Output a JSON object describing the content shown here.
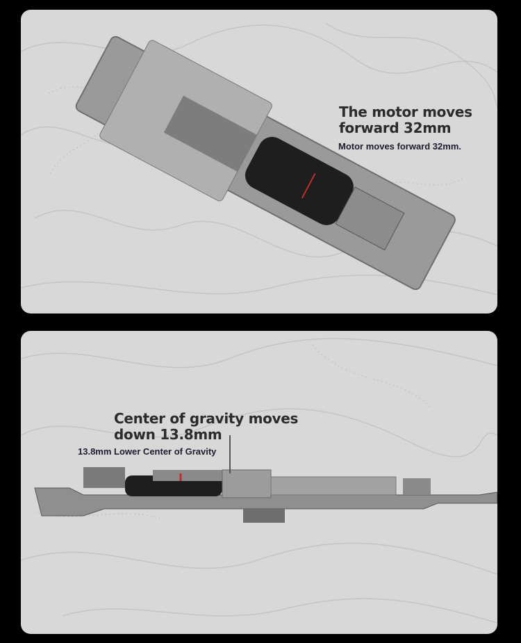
{
  "panel_top": {
    "headline_line1": "The motor moves",
    "headline_line2": "forward 32mm",
    "caption": "Motor moves forward 32mm."
  },
  "panel_bottom": {
    "headline_line1": "Center of gravity moves",
    "headline_line2": "down 13.8mm",
    "caption": "13.8mm Lower Center of Gravity"
  },
  "colors": {
    "page_bg": "#000000",
    "panel_bg": "#d8d8d8",
    "chassis": "#8a8a8a",
    "accent_red": "#c0302a"
  }
}
